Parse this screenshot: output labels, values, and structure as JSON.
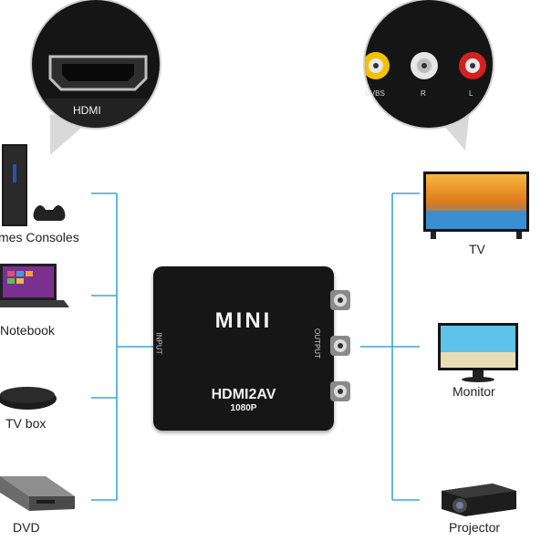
{
  "callouts": {
    "hdmi_label": "HDMI",
    "rca_labels": [
      "CVBS",
      "R",
      "L"
    ]
  },
  "device": {
    "brand": "MINI",
    "model": "HDMI2AV",
    "resolution": "1080P",
    "input_label": "INPUT",
    "output_label": "OUTPUT"
  },
  "sources": [
    {
      "label": "mes Consoles"
    },
    {
      "label": "Notebook"
    },
    {
      "label": "TV box"
    },
    {
      "label": "DVD"
    }
  ],
  "outputs": [
    {
      "label": "TV"
    },
    {
      "label": "Monitor"
    },
    {
      "label": "Projector"
    }
  ],
  "colors": {
    "line": "#39a7d4",
    "rca_yellow": "#f2c200",
    "rca_white": "#e6e6e6",
    "rca_red": "#d42020"
  }
}
